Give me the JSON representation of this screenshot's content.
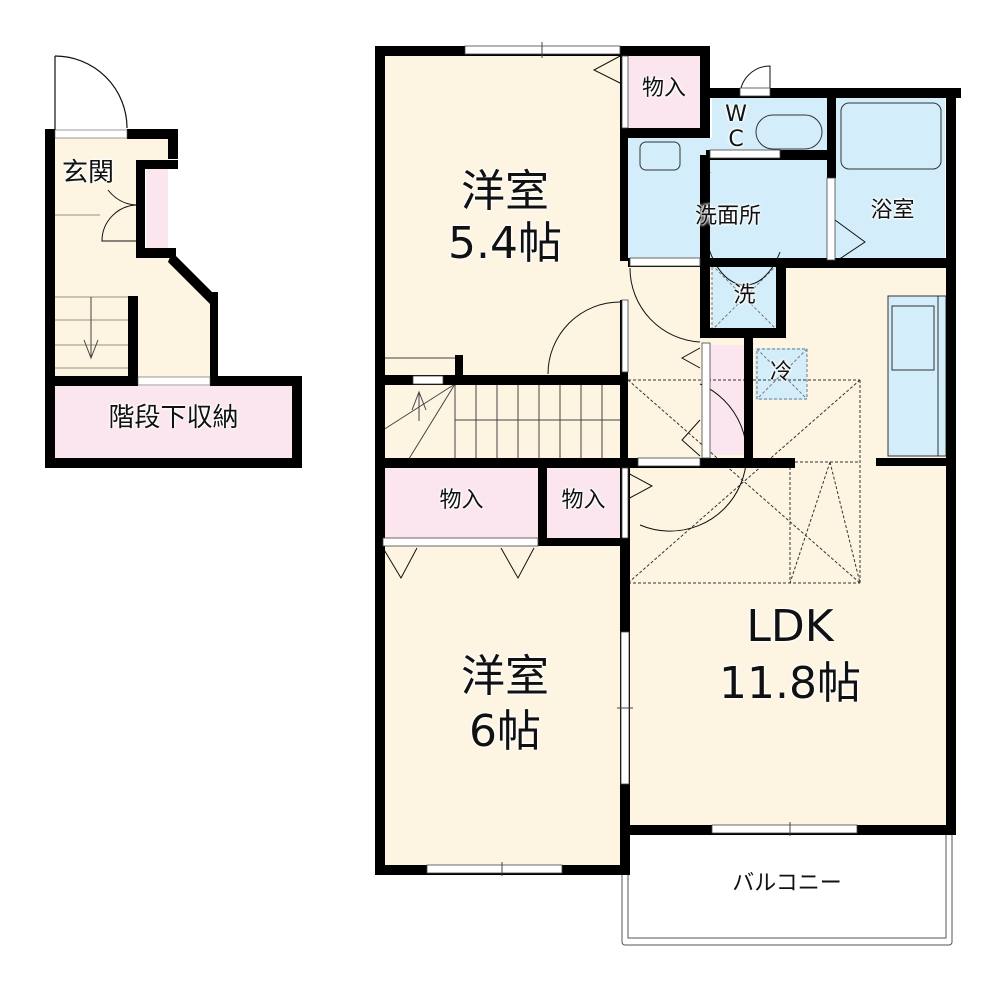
{
  "floorplan": {
    "colors": {
      "wall": "#000000",
      "room_floor": "#fdf5e2",
      "storage": "#fbe6ef",
      "wet_area": "#d3eefa",
      "balcony": "#ffffff"
    },
    "first_floor": {
      "entrance": "玄関",
      "under_stairs_storage": "階段下収納"
    },
    "second_floor": {
      "western_room_1": {
        "name": "洋室",
        "size": "5.4帖"
      },
      "western_room_2": {
        "name": "洋室",
        "size": "6帖"
      },
      "ldk": {
        "name": "LDK",
        "size": "11.8帖"
      },
      "closet_top": "物入",
      "closet_mid_left": "物入",
      "closet_mid_right": "物入",
      "wc": "W\nC",
      "washroom": "洗面所",
      "bathroom": "浴室",
      "washing_machine": "洗",
      "refrigerator": "冷",
      "balcony": "バルコニー"
    }
  }
}
